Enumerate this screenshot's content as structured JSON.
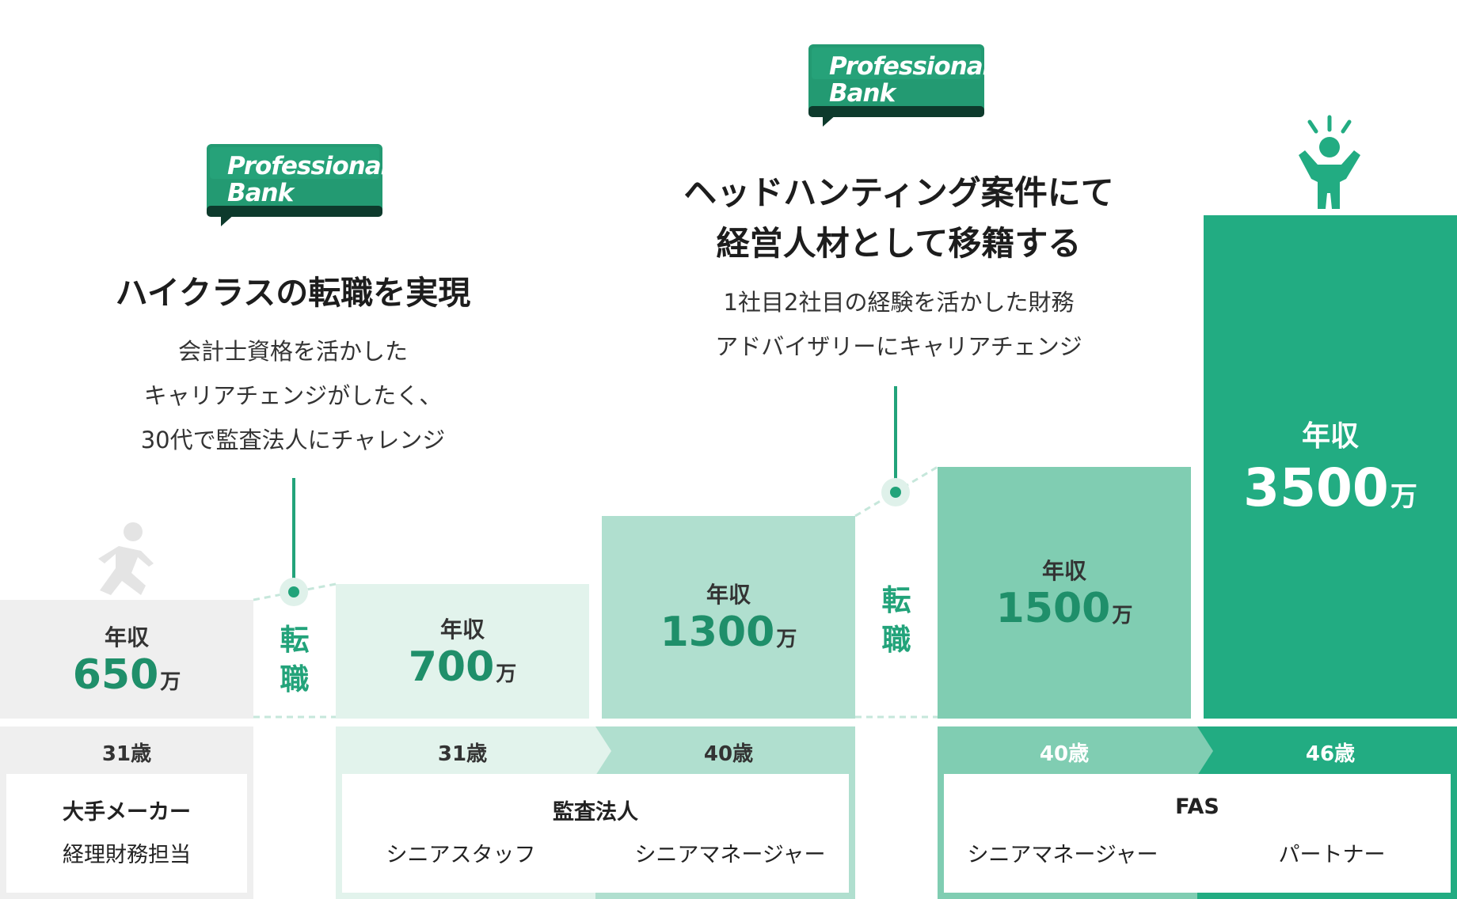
{
  "logo": {
    "line1": "Professional",
    "line2": "Bank"
  },
  "step1": {
    "title": "ハイクラスの転職を実現",
    "description": [
      "会計士資格を活かした",
      "キャリアチェンジがしたく、",
      "30代で監査法人にチャレンジ"
    ]
  },
  "step2": {
    "title": [
      "ヘッドハンティング案件にて",
      "経営人材として移籍する"
    ],
    "description": [
      "1社目2社目の経験を活かした財務",
      "アドバイザリーにキャリアチェンジ"
    ]
  },
  "tenshoku_label": [
    "転",
    "職"
  ],
  "salary_label": "年収",
  "salary_unit": "万",
  "salaries": [
    "650",
    "700",
    "1300",
    "1500",
    "3500"
  ],
  "ages": [
    "31歳",
    "31歳",
    "40歳",
    "40歳",
    "46歳"
  ],
  "company1": {
    "name": "大手メーカー",
    "role": "経理財務担当"
  },
  "company2": {
    "name": "監査法人",
    "from": "シニアスタッフ",
    "to": "シニアマネージャー"
  },
  "company3": {
    "name": "FAS",
    "from": "シニアマネージャー",
    "to": "パートナー"
  },
  "colors": {
    "gray": "#efefef",
    "green1": "#e2f3ec",
    "green2": "#b0dfcf",
    "green3": "#80cdb2",
    "green4": "#22ac82",
    "accent": "#1f8f6a"
  }
}
